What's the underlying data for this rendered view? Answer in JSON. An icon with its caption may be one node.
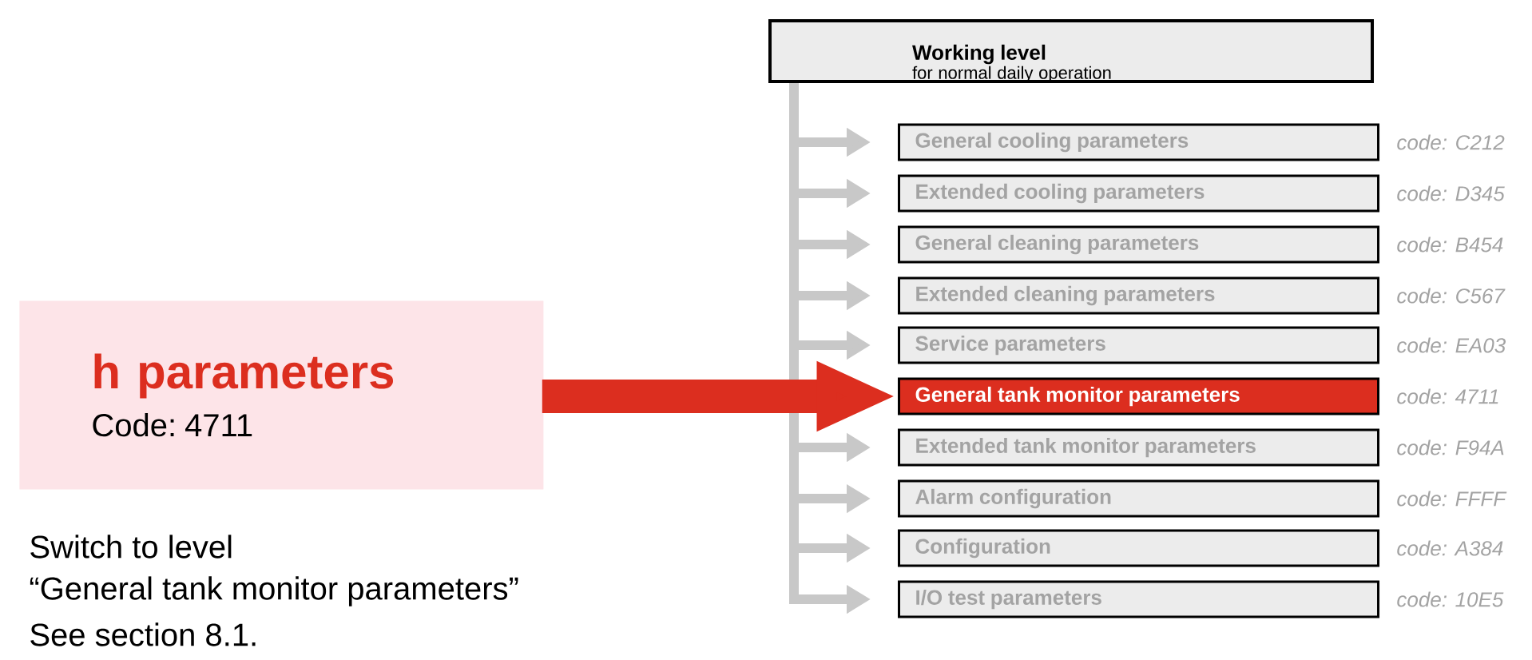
{
  "diagram": {
    "nodes": [
      {
        "text": [
          "Working level",
          "for normal daily operation"
        ]
      },
      {
        "text": [
          "General cooling parameters"
        ],
        "beside": [
          "code: C212"
        ]
      },
      {
        "text": [
          "Extended cooling parameters"
        ],
        "beside": [
          "code: D345"
        ]
      },
      {
        "text": [
          "General cleaning parameters"
        ],
        "beside": [
          "code: B454"
        ]
      },
      {
        "text": [
          "Extended cleaning parameters"
        ],
        "beside": [
          "code: C567"
        ]
      },
      {
        "text": [
          "Service parameters"
        ],
        "beside": [
          "code: EA03"
        ]
      },
      {
        "text": [
          "General tank monitor parameters"
        ],
        "beside": [
          "code: 4711"
        ]
      },
      {
        "text": [
          "Extended tank monitor parameters"
        ],
        "beside": [
          "code: F94A"
        ]
      },
      {
        "text": [
          "Alarm configuration"
        ],
        "beside": [
          "code: FFFF"
        ]
      },
      {
        "text": [
          "Configuration"
        ],
        "beside": [
          "code: A384"
        ]
      },
      {
        "text": [
          "I/O test parameters"
        ],
        "beside": [
          "code: 10E5"
        ]
      },
      {
        "text": [
          "h parameters",
          "Code: 4711"
        ]
      }
    ],
    "edges": [
      {
        "from": 0,
        "to": 1,
        "arrow": "to"
      },
      {
        "from": 0,
        "to": 2,
        "arrow": "to"
      },
      {
        "from": 0,
        "to": 3,
        "arrow": "to"
      },
      {
        "from": 0,
        "to": 4,
        "arrow": "to"
      },
      {
        "from": 0,
        "to": 5,
        "arrow": "to"
      },
      {
        "from": 0,
        "to": 7,
        "arrow": "to"
      },
      {
        "from": 0,
        "to": 8,
        "arrow": "to"
      },
      {
        "from": 0,
        "to": 9,
        "arrow": "to"
      },
      {
        "from": 0,
        "to": 10,
        "arrow": "to"
      },
      {
        "from": 11,
        "to": 6,
        "arrow": "to",
        "style": "thick",
        "color": "#dc2e1f"
      }
    ],
    "labels": [
      "Switch to level",
      "“General tank monitor parameters”",
      "See section 8.1."
    ]
  }
}
